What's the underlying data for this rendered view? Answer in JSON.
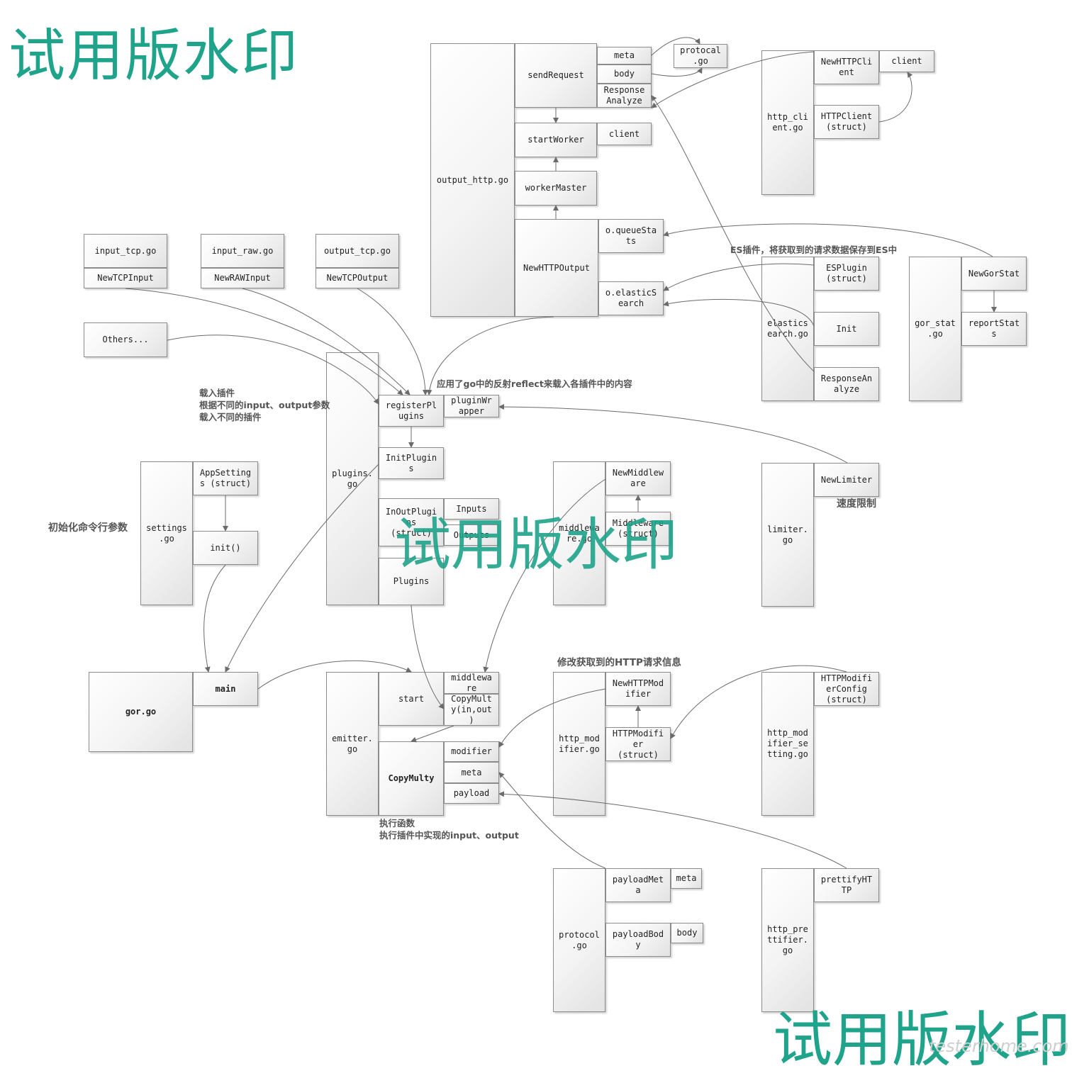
{
  "colors": {
    "watermark": "#1fa38a",
    "box_border": "#8c8c8c",
    "note_text": "#555555",
    "connector": "#6b6b6b"
  },
  "watermark": {
    "text": "试用版水印"
  },
  "credit": {
    "text": "testerhome.com"
  },
  "modules": {
    "output_http": {
      "file": "output_http.go",
      "send_request": "sendRequest",
      "meta": "meta",
      "body": "body",
      "response_analyze": "Response\nAnalyze",
      "start_worker": "startWorker",
      "client": "client",
      "worker_master": "workerMaster",
      "new_http_output": "NewHTTPOutput",
      "queue_stats": "o.queueSta\nts",
      "elastic_search": "o.elasticS\nearch"
    },
    "protocal_ref": "protocal\n.go",
    "http_client": {
      "file": "http_cli\nent.go",
      "new_http_client": "NewHTTPCli\nent",
      "client": "client",
      "http_client_struct": "HTTPClient\n(struct)"
    },
    "input_tcp": {
      "file": "input_tcp.go",
      "fn": "NewTCPInput"
    },
    "input_raw": {
      "file": "input_raw.go",
      "fn": "NewRAWInput"
    },
    "output_tcp": {
      "file": "output_tcp.go",
      "fn": "NewTCPOutput"
    },
    "others": "Others...",
    "elasticsearch": {
      "file": "elastics\nearch.go",
      "es_plugin": "ESPlugin\n(struct)",
      "init": "Init",
      "response_analyze": "ResponseAn\nalyze"
    },
    "gor_stat": {
      "file": "gor_stat\n.go",
      "new_gor_stat": "NewGorStat",
      "report_stats": "reportStat\ns"
    },
    "plugins": {
      "file": "plugins.\ngo",
      "register_plugins": "registerPl\nugins",
      "plugin_wrapper": "pluginWr\napper",
      "init_plugins": "InitPlugin\ns",
      "in_out_plugins": "InOutPlugi\nns\n(struct)",
      "inputs": "Inputs",
      "outputs": "Outputs",
      "plugins_var": "Plugins"
    },
    "settings": {
      "file": "settings\n.go",
      "app_settings": "AppSetting\ns (struct)",
      "init": "init()"
    },
    "middleware": {
      "file": "middlewa\nre.go",
      "new_middleware": "NewMiddlew\nare",
      "middleware_struct": "Middleware\n(struct)"
    },
    "limiter": {
      "file": "limiter.\ngo",
      "new_limiter": "NewLimiter"
    },
    "gor": {
      "file": "gor.go",
      "main": "main"
    },
    "emitter": {
      "file": "emitter.\ngo",
      "start": "start",
      "middleware": "middlewa\nre",
      "copy_multy_call": "CopyMult\ny(in,out\n)",
      "copy_multy": "CopyMulty",
      "modifier": "modifier",
      "meta": "meta",
      "payload": "payload"
    },
    "http_modifier": {
      "file": "http_mod\nifier.go",
      "new_http_modifier": "NewHTTPMod\nifier",
      "http_modifier_struct": "HTTPModifi\ner\n(struct)"
    },
    "http_modifier_settings": {
      "file": "http_mod\nifier_se\ntting.go",
      "config": "HTTPModifi\nerConfig\n(struct)"
    },
    "protocol": {
      "file": "protocol\n.go",
      "payload_meta": "payloadMet\na",
      "meta": "meta",
      "payload_body": "payloadBod\ny",
      "body": "body"
    },
    "http_prettifier": {
      "file": "http_pre\nttifier.\ngo",
      "prettify": "prettifyHT\nTP"
    }
  },
  "notes": {
    "es_plugin": "ES插件，将获取到的请求数据保存到ES中",
    "reflect": "应用了go中的反射reflect来载入各插件中的内容",
    "load_plugins": "载入插件\n根据不同的input、output参数\n载入不同的插件",
    "speed_limit": "速度限制",
    "init_args": "初始化命令行参数",
    "modify_http": "修改获取到的HTTP请求信息",
    "exec": "执行函数\n执行插件中实现的input、output"
  }
}
